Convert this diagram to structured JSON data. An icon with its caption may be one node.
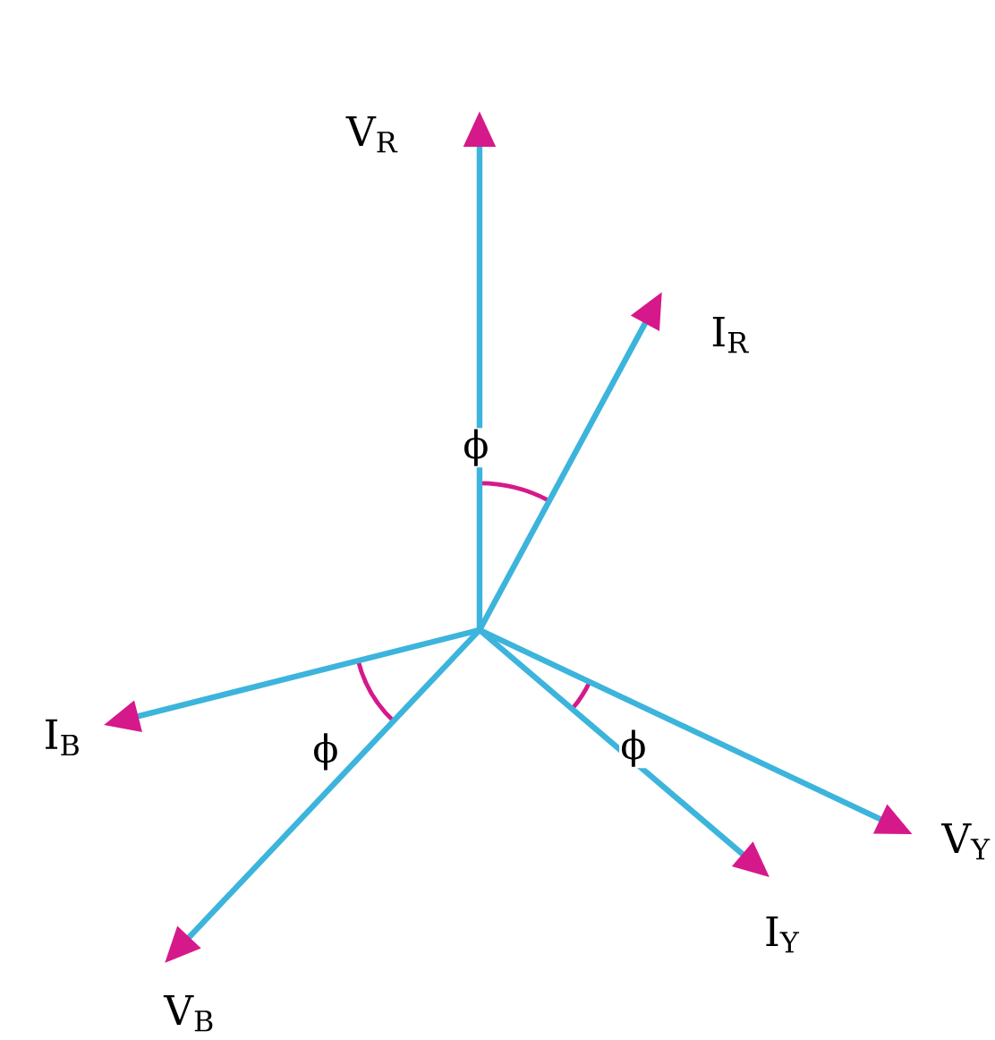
{
  "diagram": {
    "nodes": [
      {
        "text": [
          "V$_{R}$"
        ]
      },
      {
        "text": [
          "I$_{R}$"
        ]
      },
      {
        "text": [
          "I$_{B}$"
        ]
      },
      {
        "text": [
          "V$_{Y}$"
        ]
      },
      {
        "text": [
          "I$_{Y}$"
        ]
      },
      {
        "text": [
          "V$_{B}$"
        ]
      }
    ],
    "edges": [
      {
        "from": null,
        "to": 0,
        "arrow": "to"
      },
      {
        "from": null,
        "to": 1,
        "arrow": "to"
      },
      {
        "from": null,
        "to": 2,
        "arrow": "to"
      },
      {
        "from": null,
        "to": 3,
        "arrow": "to"
      },
      {
        "from": null,
        "to": 4,
        "arrow": "to"
      },
      {
        "from": null,
        "to": 5,
        "arrow": "to"
      }
    ],
    "labels": [
      "ϕ",
      "ϕ",
      "ϕ"
    ]
  }
}
